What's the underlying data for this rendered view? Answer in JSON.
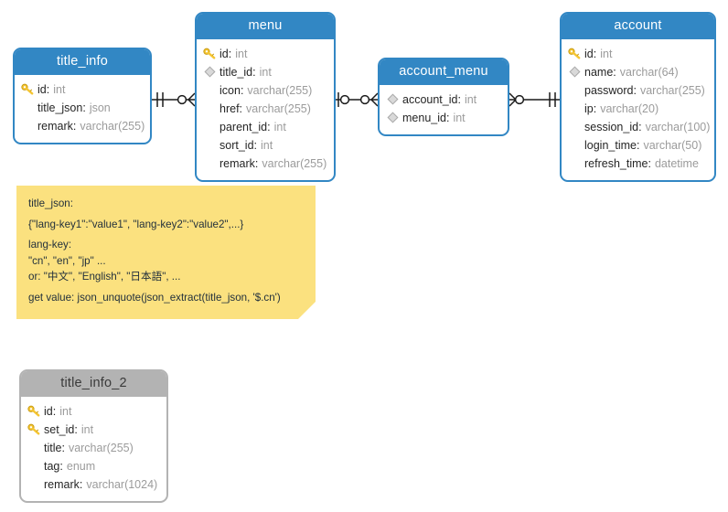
{
  "diagram": {
    "title": "database-er-diagram",
    "colors": {
      "header_blue": "#3287c4",
      "header_gray": "#b3b3b3",
      "note_yellow": "#fbe17f",
      "field_name": "#252525",
      "field_type": "#9b9b9b",
      "connector": "#1a1a1a"
    }
  },
  "tables": [
    {
      "name": "title_info",
      "style": "blue",
      "fields": [
        {
          "icon": "primary-key-icon",
          "name": "id",
          "type": "int"
        },
        {
          "icon": "none",
          "name": "title_json",
          "type": "json"
        },
        {
          "icon": "none",
          "name": "remark",
          "type": "varchar(255)"
        }
      ]
    },
    {
      "name": "menu",
      "style": "blue",
      "fields": [
        {
          "icon": "primary-key-icon",
          "name": "id",
          "type": "int"
        },
        {
          "icon": "foreign-key-diamond-icon",
          "name": "title_id",
          "type": "int"
        },
        {
          "icon": "none",
          "name": "icon",
          "type": "varchar(255)"
        },
        {
          "icon": "none",
          "name": "href",
          "type": "varchar(255)"
        },
        {
          "icon": "none",
          "name": "parent_id",
          "type": "int"
        },
        {
          "icon": "none",
          "name": "sort_id",
          "type": "int"
        },
        {
          "icon": "none",
          "name": "remark",
          "type": "varchar(255)"
        }
      ]
    },
    {
      "name": "account_menu",
      "style": "blue",
      "fields": [
        {
          "icon": "foreign-key-diamond-icon",
          "name": "account_id",
          "type": "int"
        },
        {
          "icon": "foreign-key-diamond-icon",
          "name": "menu_id",
          "type": "int"
        }
      ]
    },
    {
      "name": "account",
      "style": "blue",
      "fields": [
        {
          "icon": "primary-key-icon",
          "name": "id",
          "type": "int"
        },
        {
          "icon": "foreign-key-diamond-icon",
          "name": "name",
          "type": "varchar(64)"
        },
        {
          "icon": "none",
          "name": "password",
          "type": "varchar(255)"
        },
        {
          "icon": "none",
          "name": "ip",
          "type": "varchar(20)"
        },
        {
          "icon": "none",
          "name": "session_id",
          "type": "varchar(100)"
        },
        {
          "icon": "none",
          "name": "login_time",
          "type": "varchar(50)"
        },
        {
          "icon": "none",
          "name": "refresh_time",
          "type": "datetime"
        }
      ]
    },
    {
      "name": "title_info_2",
      "style": "gray",
      "fields": [
        {
          "icon": "primary-key-icon",
          "name": "id",
          "type": "int"
        },
        {
          "icon": "primary-key-icon",
          "name": "set_id",
          "type": "int"
        },
        {
          "icon": "none",
          "name": "title",
          "type": "varchar(255)"
        },
        {
          "icon": "none",
          "name": "tag",
          "type": "enum"
        },
        {
          "icon": "none",
          "name": "remark",
          "type": "varchar(1024)"
        }
      ]
    }
  ],
  "relationships": [
    {
      "from": "title_info",
      "to": "menu",
      "from_cardinality": "one-and-only-one",
      "to_cardinality": "zero-or-many"
    },
    {
      "from": "menu",
      "to": "account_menu",
      "from_cardinality": "zero-or-one",
      "to_cardinality": "zero-or-many"
    },
    {
      "from": "account_menu",
      "to": "account",
      "from_cardinality": "zero-or-many",
      "to_cardinality": "one-and-only-one"
    }
  ],
  "note": {
    "lines": [
      "title_json:",
      "{\"lang-key1\":\"value1\", \"lang-key2\":\"value2\",...}",
      "lang-key:",
      "\"cn\", \"en\", \"jp\" ...",
      "or: \"中文\", \"English\", \"日本語\", ...",
      "get value: json_unquote(json_extract(title_json, '$.cn')"
    ]
  }
}
